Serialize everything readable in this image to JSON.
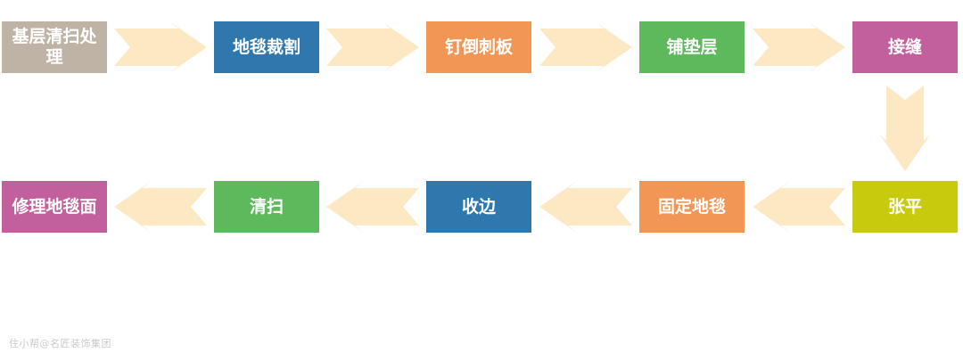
{
  "colors": {
    "arrow": "#fde8c4",
    "step_1": "#bfb3a6",
    "step_2": "#2e78ad",
    "step_3": "#f19654",
    "step_4": "#5eb95c",
    "step_5": "#c1609c",
    "step_6": "#c8cb0d",
    "step_7": "#f19654",
    "step_8": "#2e78ad",
    "step_9": "#5eb95c",
    "step_10": "#c1609c"
  },
  "steps": [
    {
      "label": "基层清扫处理",
      "color_key": "step_1"
    },
    {
      "label": "地毯裁割",
      "color_key": "step_2"
    },
    {
      "label": "钉倒刺板",
      "color_key": "step_3"
    },
    {
      "label": "铺垫层",
      "color_key": "step_4"
    },
    {
      "label": "接缝",
      "color_key": "step_5"
    },
    {
      "label": "张平",
      "color_key": "step_6"
    },
    {
      "label": "固定地毯",
      "color_key": "step_7"
    },
    {
      "label": "收边",
      "color_key": "step_8"
    },
    {
      "label": "清扫",
      "color_key": "step_9"
    },
    {
      "label": "修理地毯面",
      "color_key": "step_10"
    }
  ],
  "watermark": "住小帮@名匠装饰集团"
}
